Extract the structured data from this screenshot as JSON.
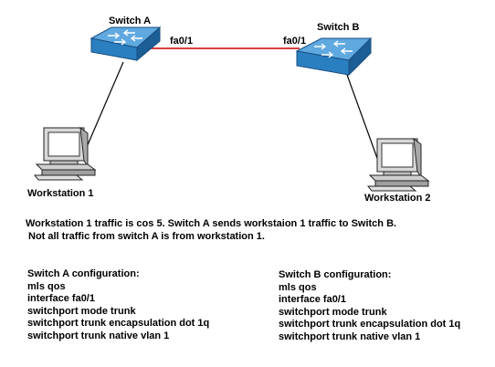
{
  "diagram": {
    "switch_a": {
      "label": "Switch A",
      "port": "fa0/1"
    },
    "switch_b": {
      "label": "Switch B",
      "port": "fa0/1"
    },
    "workstation_1": {
      "label": "Workstation 1"
    },
    "workstation_2": {
      "label": "Workstation 2"
    },
    "link_color": "#cc0000",
    "switch_color": "#2a7fc0"
  },
  "description": {
    "line1": "Workstation 1 traffic is cos 5. Switch A sends workstaion 1 traffic to Switch B.",
    "line2": "Not all traffic from switch A is from workstation 1."
  },
  "config_a": {
    "title": "Switch A configuration:",
    "lines": [
      "mls qos",
      "interface fa0/1",
      "switchport mode trunk",
      "switchport trunk encapsulation dot 1q",
      "switchport trunk native vlan 1"
    ]
  },
  "config_b": {
    "title": "Switch B configuration:",
    "lines": [
      "mls qos",
      "interface fa0/1",
      "switchport mode trunk",
      "switchport trunk encapsulation dot 1q",
      "switchport trunk native vlan 1"
    ]
  }
}
